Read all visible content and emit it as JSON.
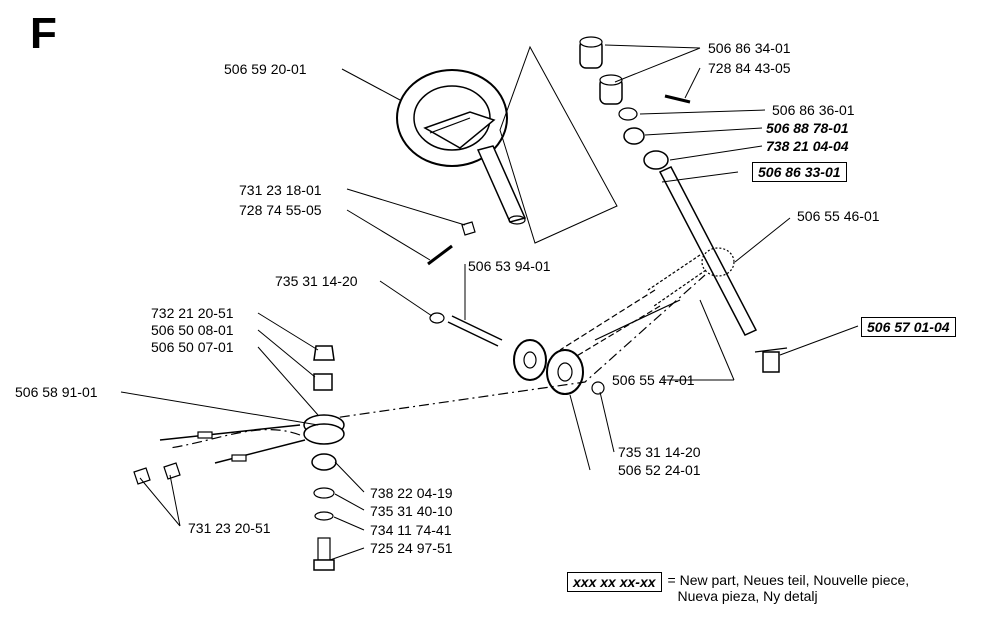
{
  "section_letter": "F",
  "parts": {
    "steering_wheel": "506 59 20-01",
    "wheel_screw": "731 23 18-01",
    "wheel_pin": "728 74 55-05",
    "nut_a": "735 31 14-20",
    "shaft_rod": "506 53 94-01",
    "hex_nut_top": "732 21 20-51",
    "bushing_a": "506 50 08-01",
    "bushing_b": "506 50 07-01",
    "cable": "506 58 91-01",
    "nuts_bottom": "731 23 20-51",
    "column_collar": "506 86 34-01",
    "set_screw": "728 84 43-05",
    "washer_top": "506 86 36-01",
    "bearing_new_1": "506 88 78-01",
    "bearing_new_2": "738 21 04-04",
    "column_new": "506 86 33-01",
    "sprocket_chain": "506 55 46-01",
    "bolt_new": "506 57 01-04",
    "chain_link": "506 55 47-01",
    "nut_b": "735 31 14-20",
    "pulley": "506 52 24-01",
    "bearing_lower": "738 22 04-19",
    "washer_lower": "735 31 40-10",
    "spring_washer": "734 11 74-41",
    "bolt_lower": "725 24 97-51"
  },
  "legend": {
    "key": "xxx xx xx-xx",
    "line1": "= New part, Neues teil, Nouvelle piece,",
    "line2": "Nueva pieza, Ny detalj"
  }
}
